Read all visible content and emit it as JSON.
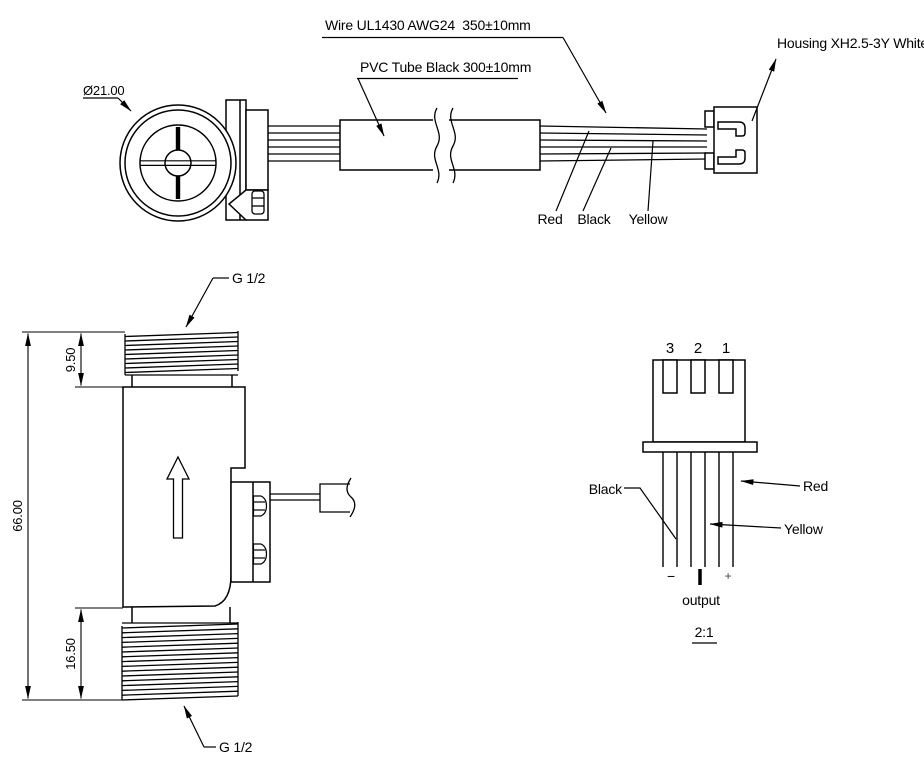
{
  "drawing": {
    "background": "#ffffff",
    "line_color": "#000000",
    "top_assembly": {
      "wire_spec_label": "Wire UL1430 AWG24  350±10mm",
      "tube_label": "PVC Tube Black 300±10mm",
      "housing_label": "Housing XH2.5-3Y White",
      "diameter_label": "Ø21.00",
      "wire_red_label": "Red",
      "wire_black_label": "Black",
      "wire_yellow_label": "Yellow"
    },
    "side_view": {
      "thread_top_label": "G 1/2",
      "thread_bottom_label": "G 1/2",
      "dim_overall": "66.00",
      "dim_top_thread": "9.50",
      "dim_bottom_thread": "16.50"
    },
    "pinout": {
      "pin_numbers": [
        "3",
        "2",
        "1"
      ],
      "black_label": "Black",
      "red_label": "Red",
      "yellow_label": "Yellow",
      "minus_mark": "−",
      "plus_mark": "+",
      "output_label": "output",
      "scale_label": "2:1"
    }
  }
}
